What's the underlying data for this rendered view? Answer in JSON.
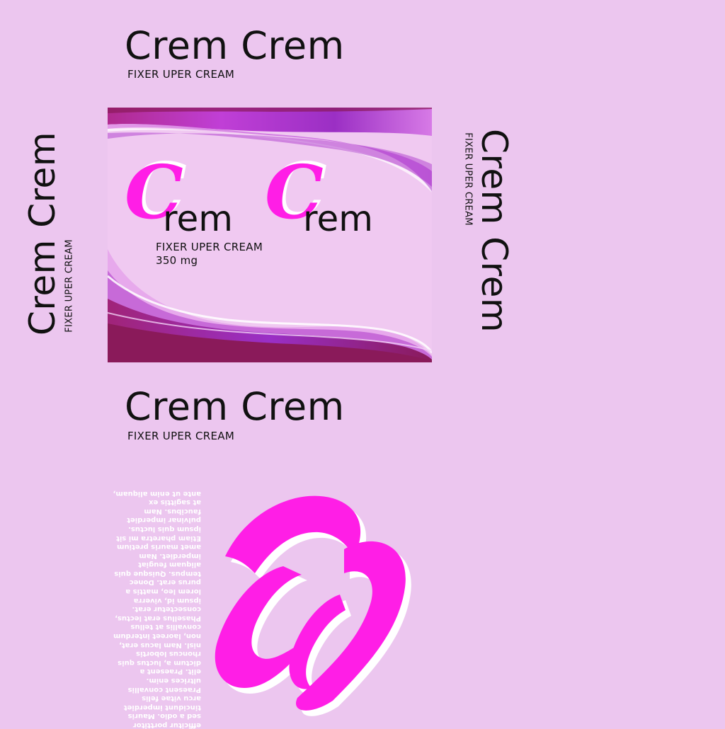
{
  "brand": "Crem Crem",
  "tagline": "FIXER UPER CREAM",
  "front": {
    "initial": "C",
    "word_rest": "rem",
    "weight": "350 mg"
  },
  "ingredients_lines": [
    "ante ut enim aliquam,",
    "at sagittis ex",
    "faucibus. Nam",
    "pulvinar imperdiet",
    "ipsum quis luctus.",
    "Etiam pharetra mi sit",
    "amet mauris pretium",
    "imperdiet. Nam",
    "aliquam feugiat",
    "tempus. Quisque quis",
    "purus erat. Donec",
    "lorem leo, mattis a",
    "ipsum id, viverra",
    "consectetur erat.",
    "Phasellus erat lectus,",
    "convallis at tellus",
    "non, laoreet interdum",
    "nisl. Nam lacus erat,",
    "rhoncus lobortis",
    "dictum a, luctus quis",
    "elit. Praesent a",
    "ultrices enim.",
    "Praesent convallis",
    "arcu vitae felis",
    "tincidunt imperdiet",
    "sed a odio. Mauris",
    "efficitur porttitor"
  ],
  "colors": {
    "background": "#ecc6ef",
    "accent_magenta": "#ff1ee6",
    "wave_purple": "#a533c8",
    "wave_dark": "#8a1a5a"
  },
  "icons": [
    "crem-logo-mark"
  ]
}
